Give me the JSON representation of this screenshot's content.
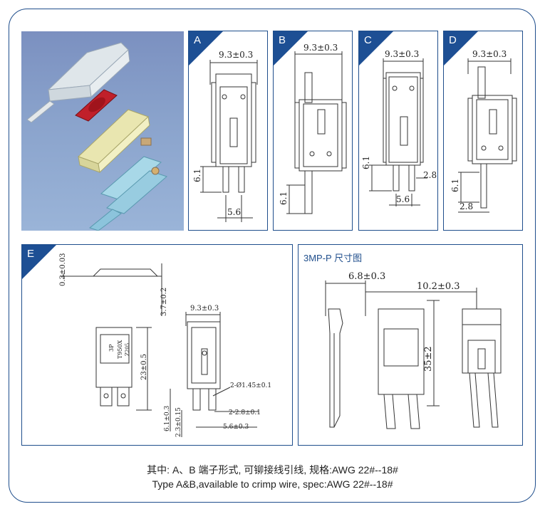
{
  "panels": {
    "a": {
      "tag": "A",
      "width_dim": "9.3±0.3",
      "height_dim": "6.1",
      "pitch_dim": "5.6"
    },
    "b": {
      "tag": "B",
      "width_dim": "9.3±0.3",
      "height_dim": "6.1"
    },
    "c": {
      "tag": "C",
      "width_dim": "9.3±0.3",
      "height_dim": "6.1",
      "pin_dim": "2.8",
      "pitch_dim": "5.6"
    },
    "d": {
      "tag": "D",
      "width_dim": "9.3±0.3",
      "height_dim": "6.1",
      "pin_dim": "2.8"
    },
    "e": {
      "tag": "E",
      "thickness_dim": "0.3±0.03",
      "side_height_dim": "3.7±0.2",
      "width_dim": "9.3±0.3",
      "body_height_dim": "23±0.5",
      "hole_dim": "2-Ø1.45±0.1",
      "pin_width_dim": "2-2.8±0.1",
      "pitch_dim": "5.6±0.3",
      "lead_dim": "6.1±0.3",
      "lead2_dim": "2.3±0.15",
      "mark_line1": "3P",
      "mark_line2": "T950X",
      "mark_line3": "Z205"
    },
    "p": {
      "title": "3MP-P 尺寸图",
      "width1_dim": "6.8±0.3",
      "width2_dim": "10.2±0.3",
      "height_dim": "35±2"
    }
  },
  "caption": {
    "line1": "其中: A、B 端子形式, 可铆接线引线, 规格:AWG  22#--18#",
    "line2": "Type A&B,available to crimp wire, spec:AWG  22#--18#"
  },
  "colors": {
    "frame": "#1f4e8c",
    "tag": "#1d4f94",
    "render_bg": "#8aa3cc"
  }
}
